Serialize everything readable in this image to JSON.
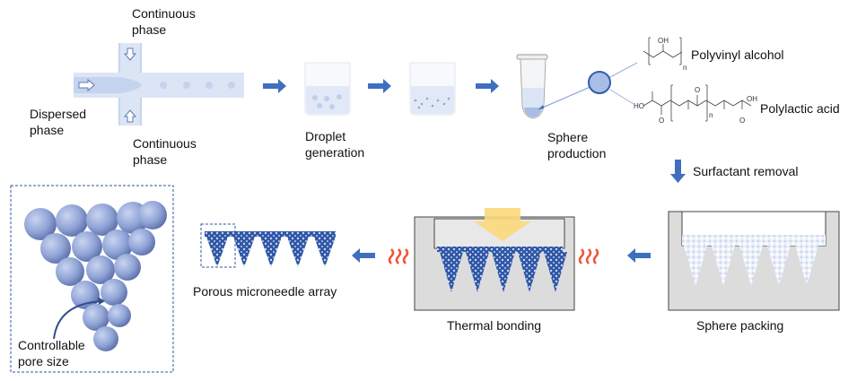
{
  "labels": {
    "continuous_top": "Continuous\nphase",
    "continuous_bottom": "Continuous\nphase",
    "dispersed": "Dispersed\nphase",
    "droplet_generation": "Droplet\ngeneration",
    "sphere_production": "Sphere\nproduction",
    "polyvinyl_alcohol": "Polyvinyl alcohol",
    "polylactic_acid": "Polylactic acid",
    "surfactant_removal": "Surfactant removal",
    "sphere_packing": "Sphere packing",
    "thermal_bonding": "Thermal bonding",
    "porous_microneedle_array": "Porous microneedle array",
    "controllable_pore_size": "Controllable\npore size"
  },
  "chem": {
    "oh": "OH",
    "n": "n",
    "ho": "HO",
    "o": "O"
  },
  "colors": {
    "arrow_blue": "#3f6fbf",
    "channel_blue": "#dbe5f5",
    "sphere_blue": "#9aaede",
    "heat_red": "#f0553a",
    "press_yellow": "#fbd97a",
    "box_gray": "#dcdcdc",
    "needle_blue": "#2f57a6"
  }
}
